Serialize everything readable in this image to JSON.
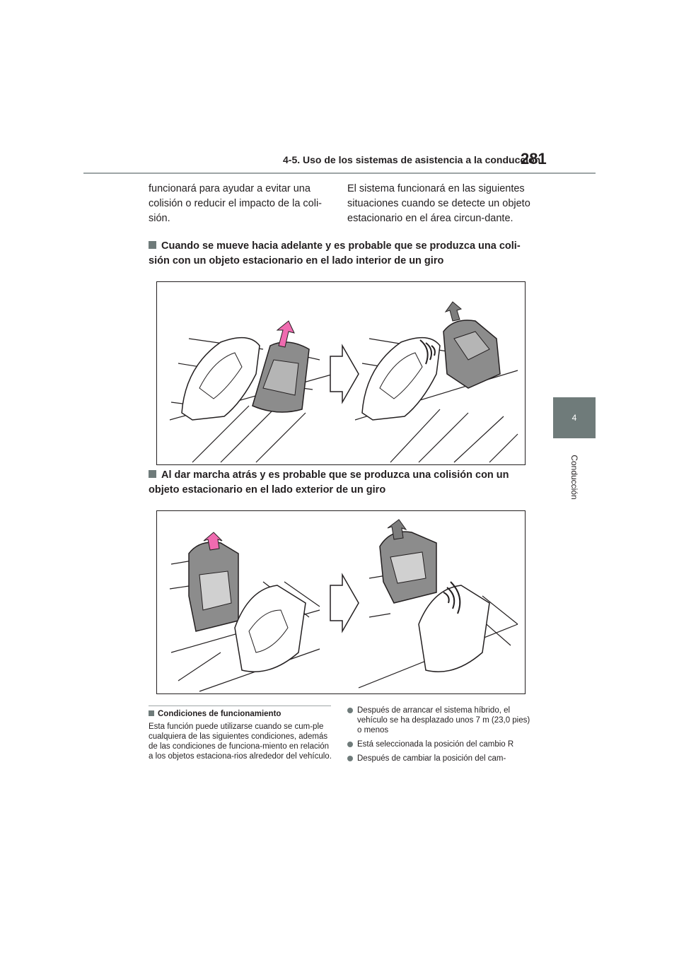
{
  "header": {
    "section_title": "4-5. Uso de los sistemas de asistencia a la conducción",
    "page_number": "281"
  },
  "side_tab": {
    "chapter_number": "4",
    "chapter_label": "Conducción"
  },
  "intro": {
    "left_text": "funcionará para ayudar a evitar una colisión o reducir el impacto de la coli-sión.",
    "right_text": "El sistema funcionará en las siguientes situaciones cuando se detecte un objeto estacionario en el área circun-dante."
  },
  "scenarios": [
    {
      "heading": "Cuando se mueve hacia adelante y es probable que se produzca una coli-sión con un objeto estacionario en el lado interior de un giro"
    },
    {
      "heading": "Al dar marcha atrás y es probable que se produzca una colisión con un objeto estacionario en el lado exterior de un giro"
    }
  ],
  "conditions": {
    "heading": "Condiciones de funcionamiento",
    "body": "Esta función puede utilizarse cuando se cum-ple cualquiera de las siguientes condiciones, además de las condiciones de funciona-miento en relación a los objetos estaciona-rios alrededor del vehículo.",
    "bullets": [
      "Después de arrancar el sistema híbrido, el vehículo se ha desplazado unos 7 m (23,0 pies) o menos",
      "Está seleccionada la posición del cambio R",
      "Después de cambiar la posición del cam-"
    ]
  },
  "colors": {
    "accent": "#6f7b7a",
    "rule": "#9ea5a6",
    "arrow_pink": "#f06bb0",
    "arrow_gray": "#7d7d7d",
    "car_gray": "#8c8c8c"
  }
}
